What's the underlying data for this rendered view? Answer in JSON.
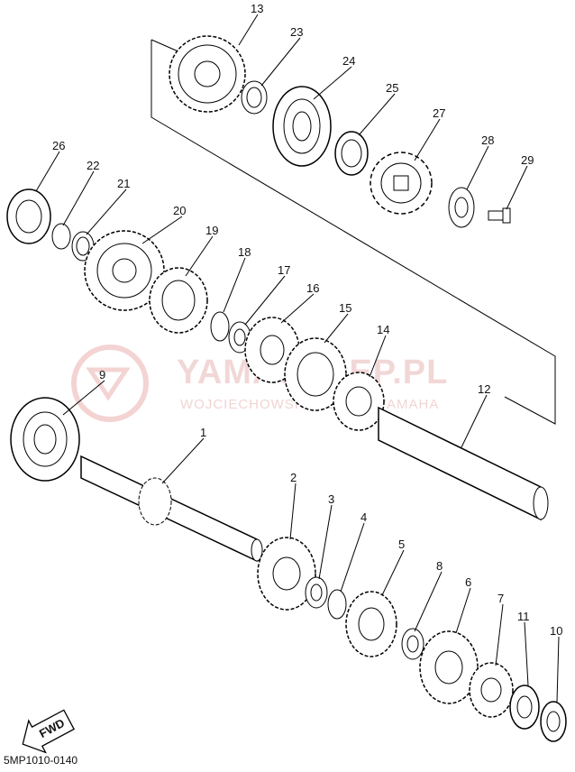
{
  "diagram": {
    "part_code": "5MP1010-0140",
    "fwd_label": "FWD",
    "watermark": {
      "main": "YAMASKLEP.PL",
      "sub": "WOJCIECHOWSKI DEALER YAMAHA",
      "color": "#e8a0a0"
    },
    "callouts": [
      "1",
      "2",
      "3",
      "4",
      "5",
      "6",
      "7",
      "8",
      "9",
      "10",
      "11",
      "12",
      "13",
      "14",
      "15",
      "16",
      "17",
      "18",
      "19",
      "20",
      "21",
      "22",
      "23",
      "24",
      "25",
      "26",
      "27",
      "28",
      "29"
    ],
    "line_color": "#000000"
  }
}
